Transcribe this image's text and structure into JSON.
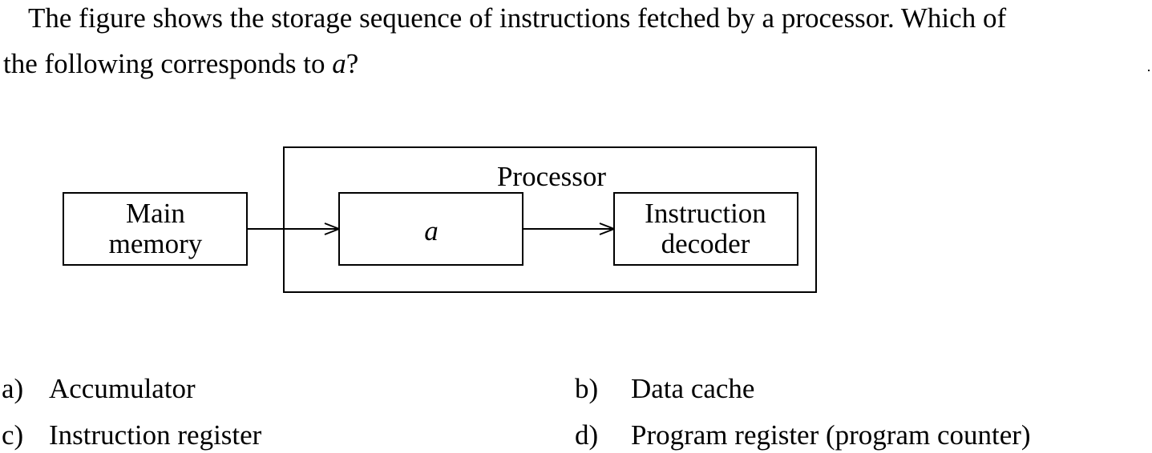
{
  "question": {
    "line1": "The figure shows the storage sequence of instructions fetched by a processor. Which of",
    "line2_before": "the following corresponds to ",
    "line2_var": "a",
    "line2_after": "?"
  },
  "diagram": {
    "processor_label": "Processor",
    "main_memory_line1": "Main",
    "main_memory_line2": "memory",
    "unknown_label": "a",
    "decoder_line1": "Instruction",
    "decoder_line2": "decoder"
  },
  "options": [
    {
      "letter": "a)",
      "text": "Accumulator"
    },
    {
      "letter": "b)",
      "text": "Data cache"
    },
    {
      "letter": "c)",
      "text": "Instruction register"
    },
    {
      "letter": "d)",
      "text": "Program register (program counter)"
    }
  ]
}
